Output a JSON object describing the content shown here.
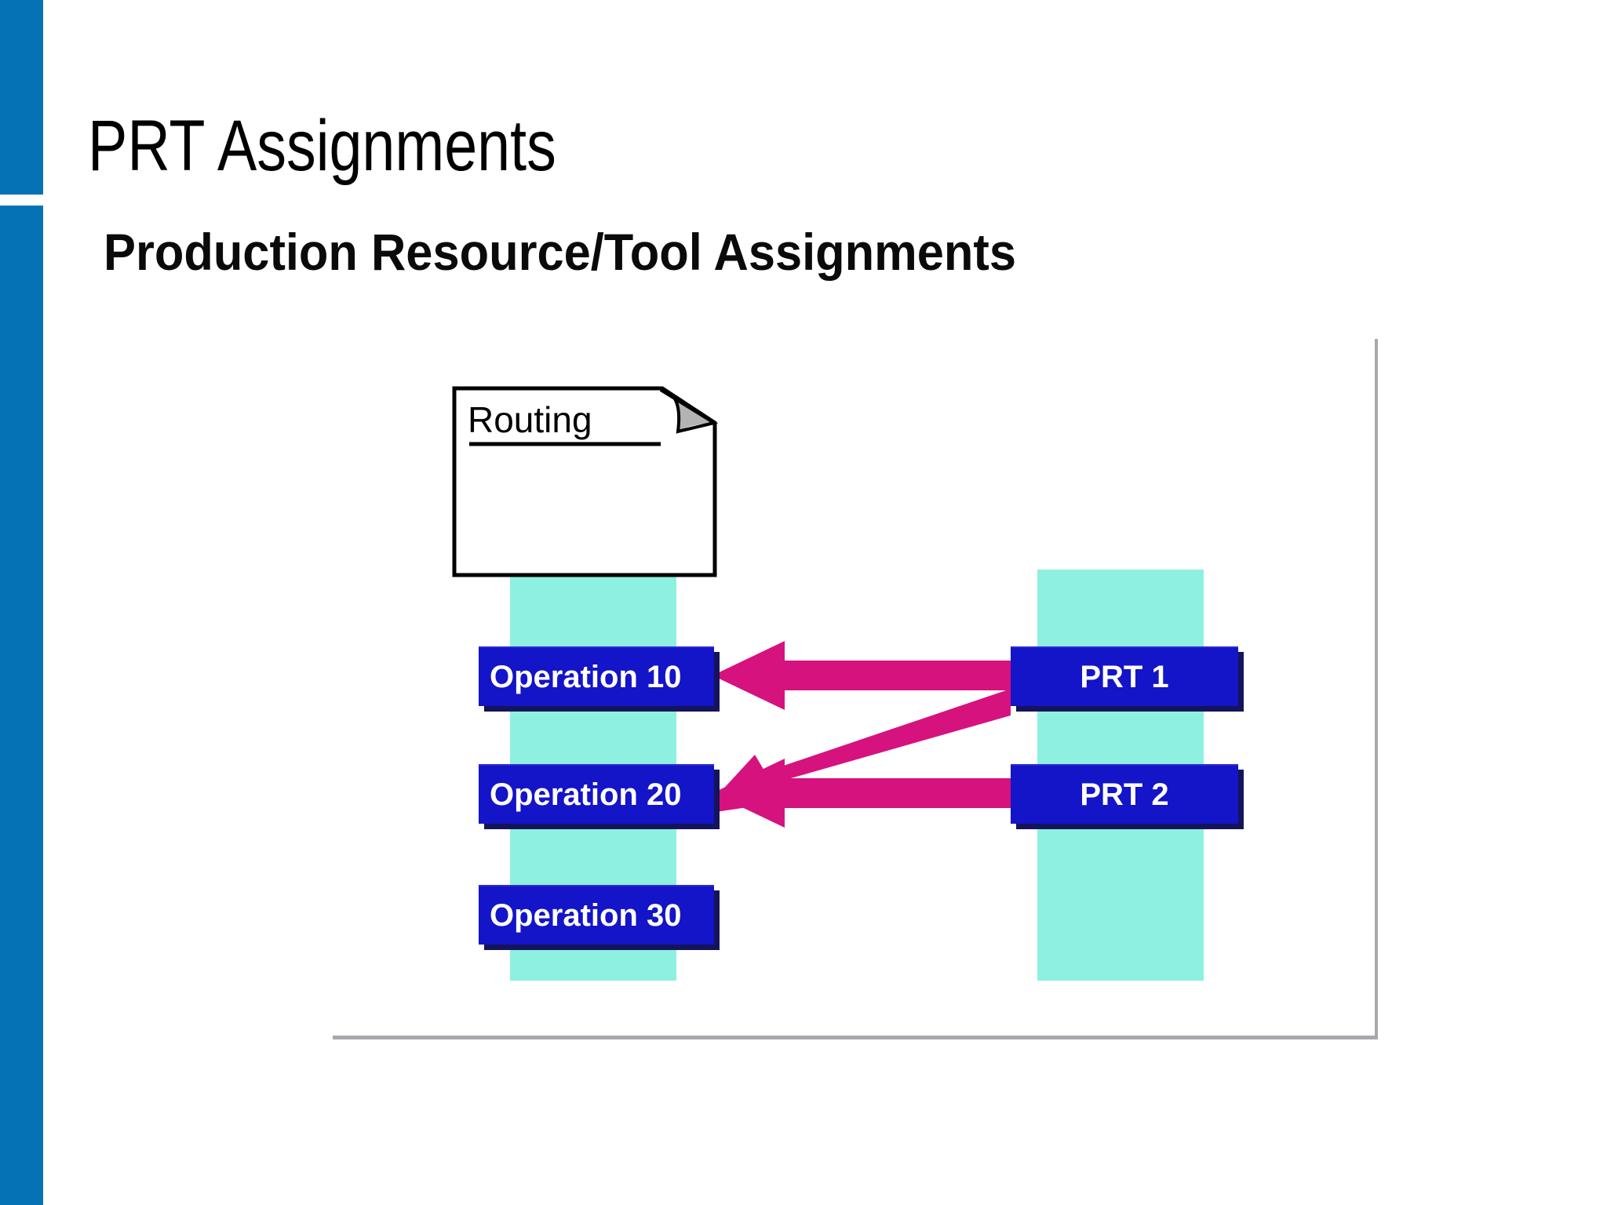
{
  "slide": {
    "title": "PRT Assignments",
    "subtitle": "Production Resource/Tool Assignments"
  },
  "colors": {
    "sidebar_blue": "#0572b6",
    "box_blue": "#1414c8",
    "box_shadow": "#14145a",
    "swim_cyan": "#8ef0e0",
    "arrow_magenta": "#d6127e",
    "frame_gray": "#a8a8ac",
    "text_white": "#ffffff",
    "text_black": "#000000"
  },
  "diagram": {
    "routing_document": {
      "label": "Routing"
    },
    "operations": [
      {
        "id": "op10",
        "label": "Operation 10"
      },
      {
        "id": "op20",
        "label": "Operation 20"
      },
      {
        "id": "op30",
        "label": "Operation 30"
      }
    ],
    "prts": [
      {
        "id": "prt1",
        "label": "PRT 1"
      },
      {
        "id": "prt2",
        "label": "PRT 2"
      }
    ],
    "assignments": [
      {
        "from": "prt1",
        "to": "op10",
        "style": "horizontal"
      },
      {
        "from": "prt1",
        "to": "op20",
        "style": "diagonal"
      },
      {
        "from": "prt2",
        "to": "op20",
        "style": "horizontal"
      }
    ]
  }
}
